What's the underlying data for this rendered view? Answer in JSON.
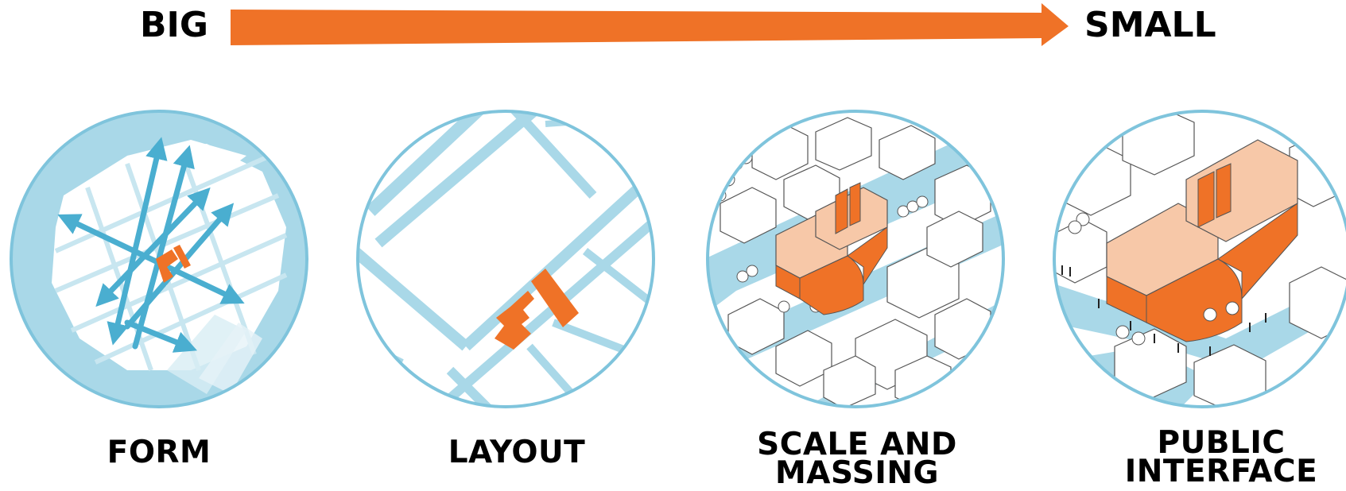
{
  "header": {
    "start_label": "BIG",
    "end_label": "SMALL"
  },
  "colors": {
    "accent_orange": "#ef7227",
    "light_orange": "#f7c8a8",
    "map_blue": "#a9d8e8",
    "ring_blue": "#7fc4dc",
    "arrow_blue": "#4aaed0",
    "building_stroke": "#555555"
  },
  "panels": [
    {
      "caption_lines": [
        "FORM"
      ]
    },
    {
      "caption_lines": [
        "LAYOUT"
      ]
    },
    {
      "caption_lines": [
        "SCALE AND",
        "MASSING"
      ]
    },
    {
      "caption_lines": [
        "PUBLIC",
        "INTERFACE"
      ]
    }
  ]
}
